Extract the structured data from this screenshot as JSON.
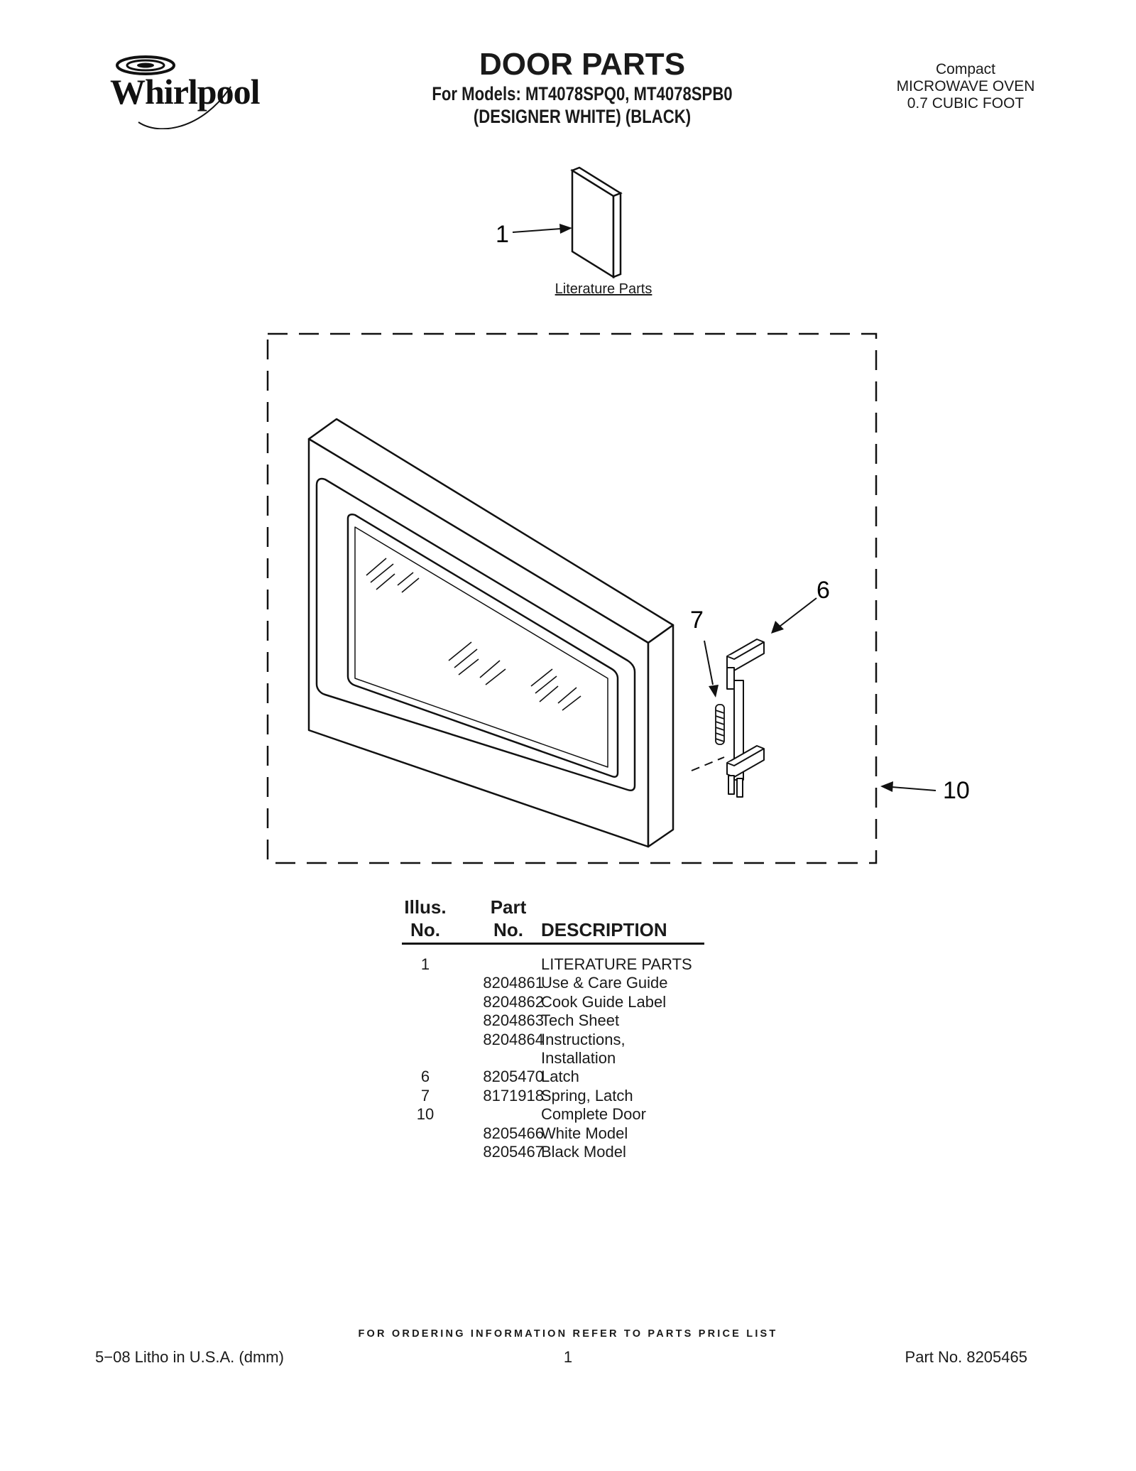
{
  "brand": {
    "name": "Whirlpool"
  },
  "header": {
    "title": "DOOR PARTS",
    "models_line": "For Models: MT4078SPQ0, MT4078SPB0",
    "variants_line": "(DESIGNER WHITE)  (BLACK)"
  },
  "product": {
    "line1": "Compact",
    "line2": "MICROWAVE OVEN",
    "line3": "0.7 CUBIC FOOT"
  },
  "diagram": {
    "callouts": {
      "c1": "1",
      "c6": "6",
      "c7": "7",
      "c10": "10"
    },
    "literature_label": "Literature Parts"
  },
  "parts_table": {
    "headers": {
      "illus_line1": "Illus.",
      "illus_line2": "No.",
      "part_line1": "Part",
      "part_line2": "No.",
      "description": "DESCRIPTION"
    },
    "rows": [
      {
        "illus": "1",
        "part": "",
        "desc": "LITERATURE PARTS"
      },
      {
        "illus": "",
        "part": "8204861",
        "desc": "Use & Care Guide"
      },
      {
        "illus": "",
        "part": "8204862",
        "desc": "Cook Guide Label"
      },
      {
        "illus": "",
        "part": "8204863",
        "desc": "Tech Sheet"
      },
      {
        "illus": "",
        "part": "8204864",
        "desc": "Instructions,"
      },
      {
        "illus": "",
        "part": "",
        "desc": "Installation"
      },
      {
        "illus": "6",
        "part": "8205470",
        "desc": "Latch"
      },
      {
        "illus": "7",
        "part": "8171918",
        "desc": "Spring, Latch"
      },
      {
        "illus": "10",
        "part": "",
        "desc": "Complete Door"
      },
      {
        "illus": "",
        "part": "8205466",
        "desc": "White Model"
      },
      {
        "illus": "",
        "part": "8205467",
        "desc": "Black Model"
      }
    ]
  },
  "ordering_note": "FOR ORDERING INFORMATION REFER TO PARTS PRICE LIST",
  "footer": {
    "left": "5−08 Litho in U.S.A. (dmm)",
    "center": "1",
    "right": "Part No. 8205465"
  }
}
